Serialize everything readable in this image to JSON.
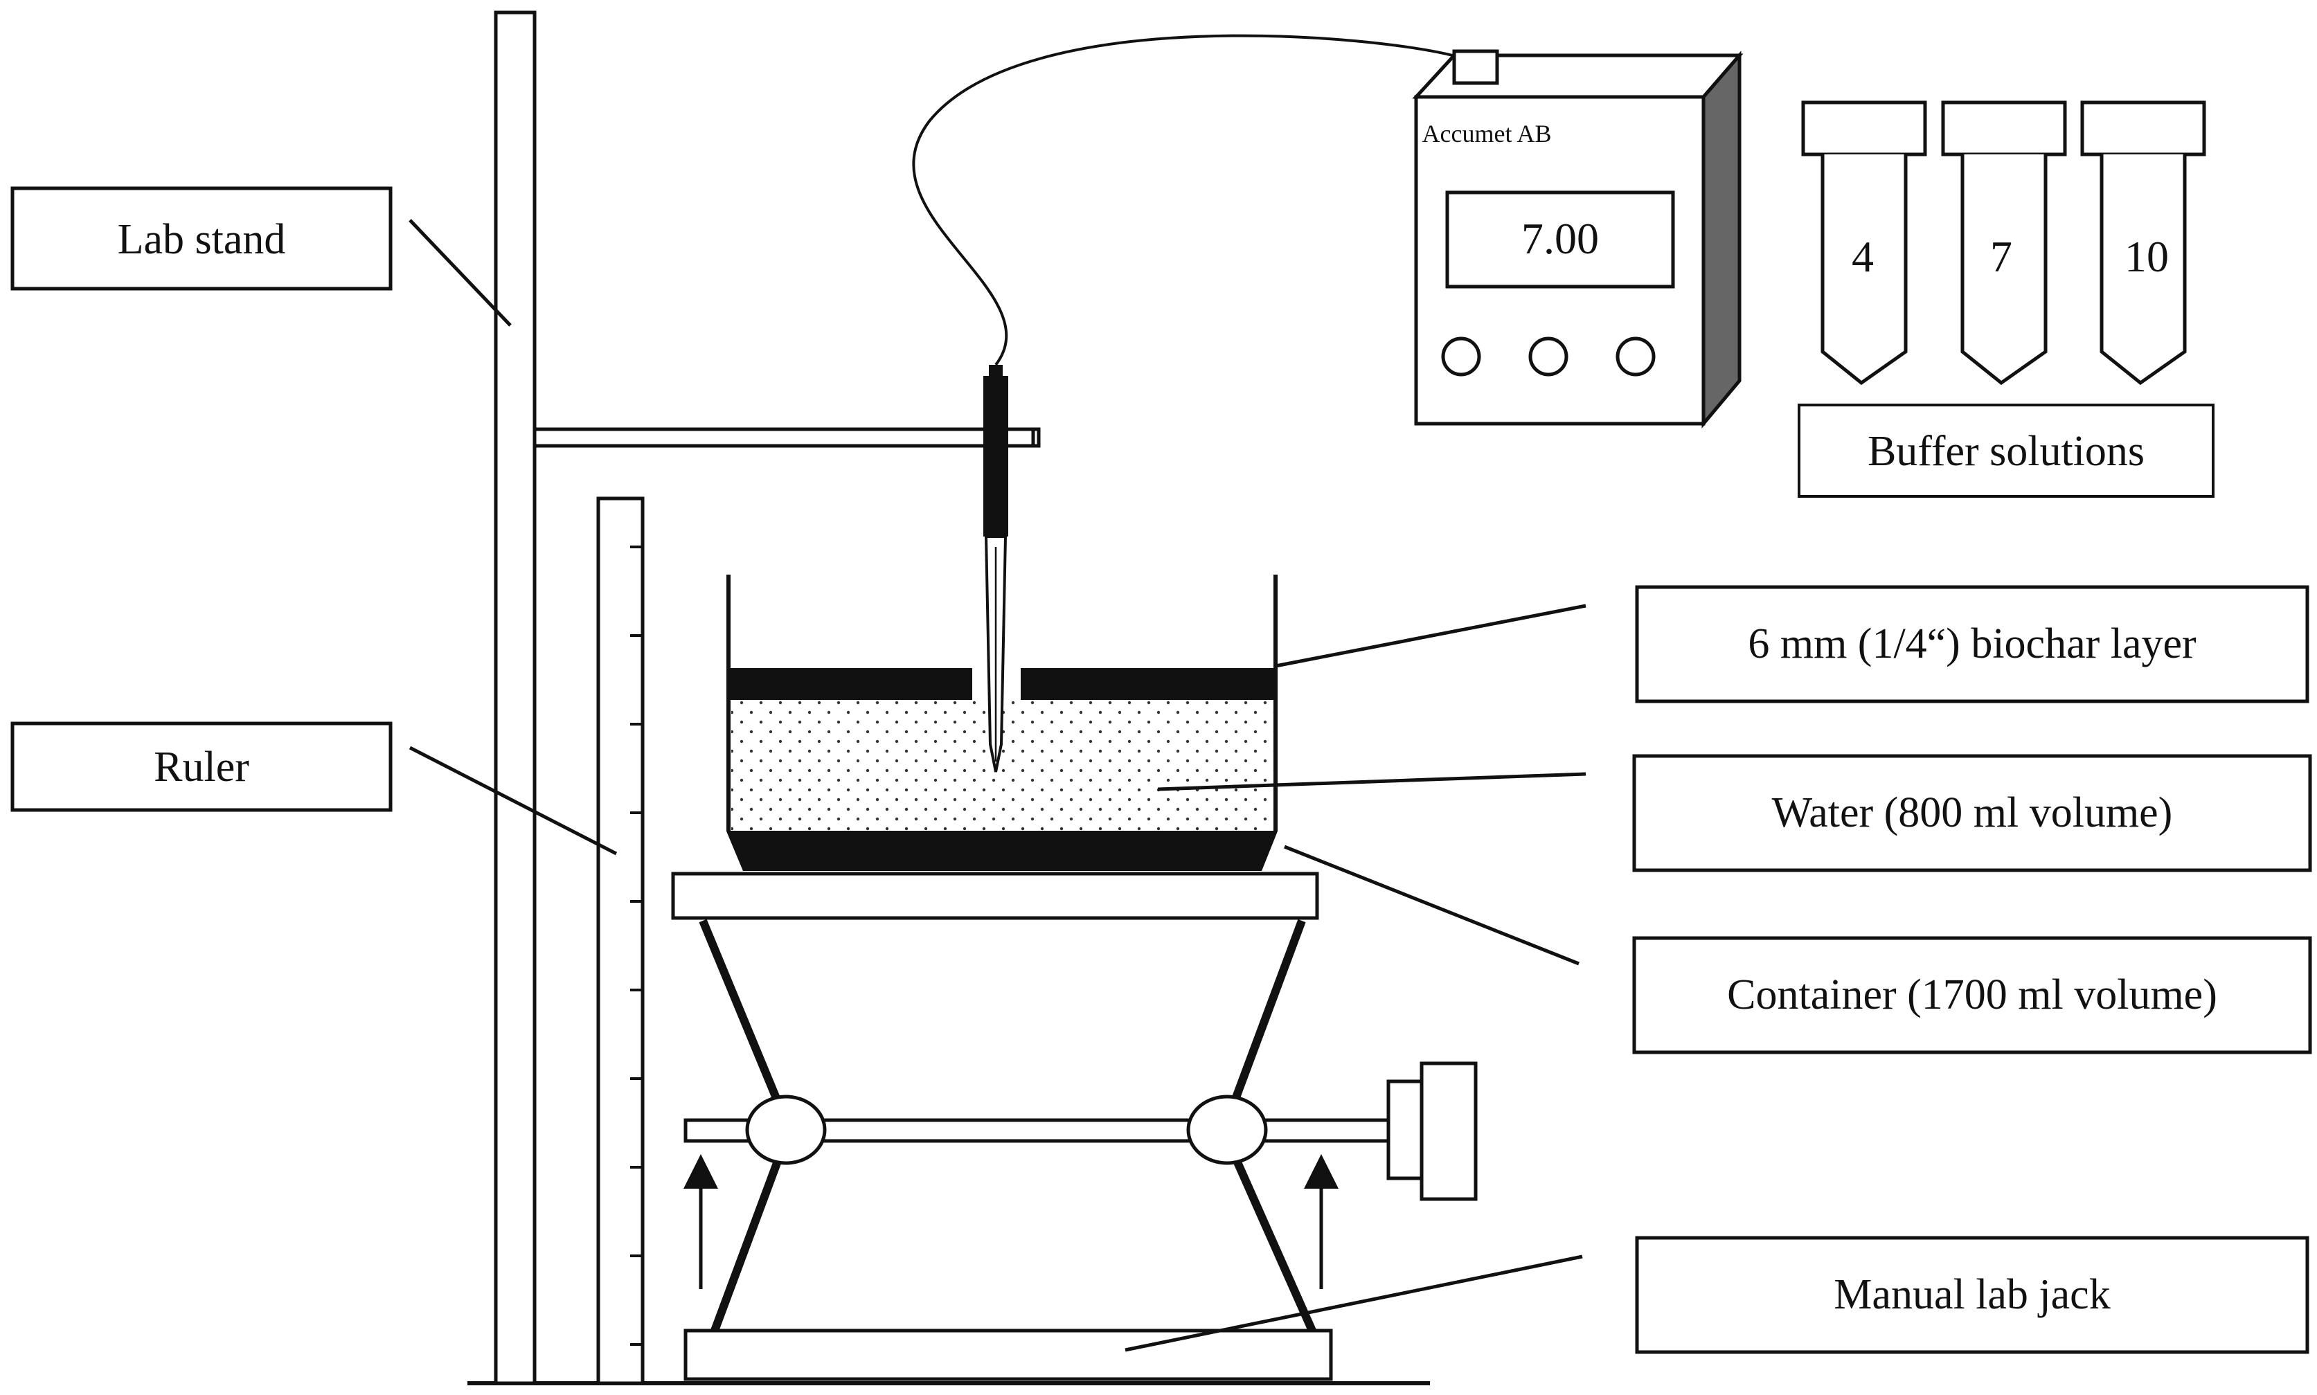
{
  "labels": {
    "lab_stand": "Lab stand",
    "ruler": "Ruler",
    "biochar_layer": "6 mm (1/4“) biochar layer",
    "water": "Water (800 ml volume)",
    "container": "Container (1700 ml volume)",
    "lab_jack": "Manual lab jack",
    "buffer_solutions": "Buffer solutions"
  },
  "meter": {
    "brand": "Accumet AB",
    "display_value": "7.00"
  },
  "buffer_tubes": [
    "4",
    "7",
    "10"
  ],
  "colors": {
    "stroke": "#111111",
    "background": "#ffffff"
  }
}
